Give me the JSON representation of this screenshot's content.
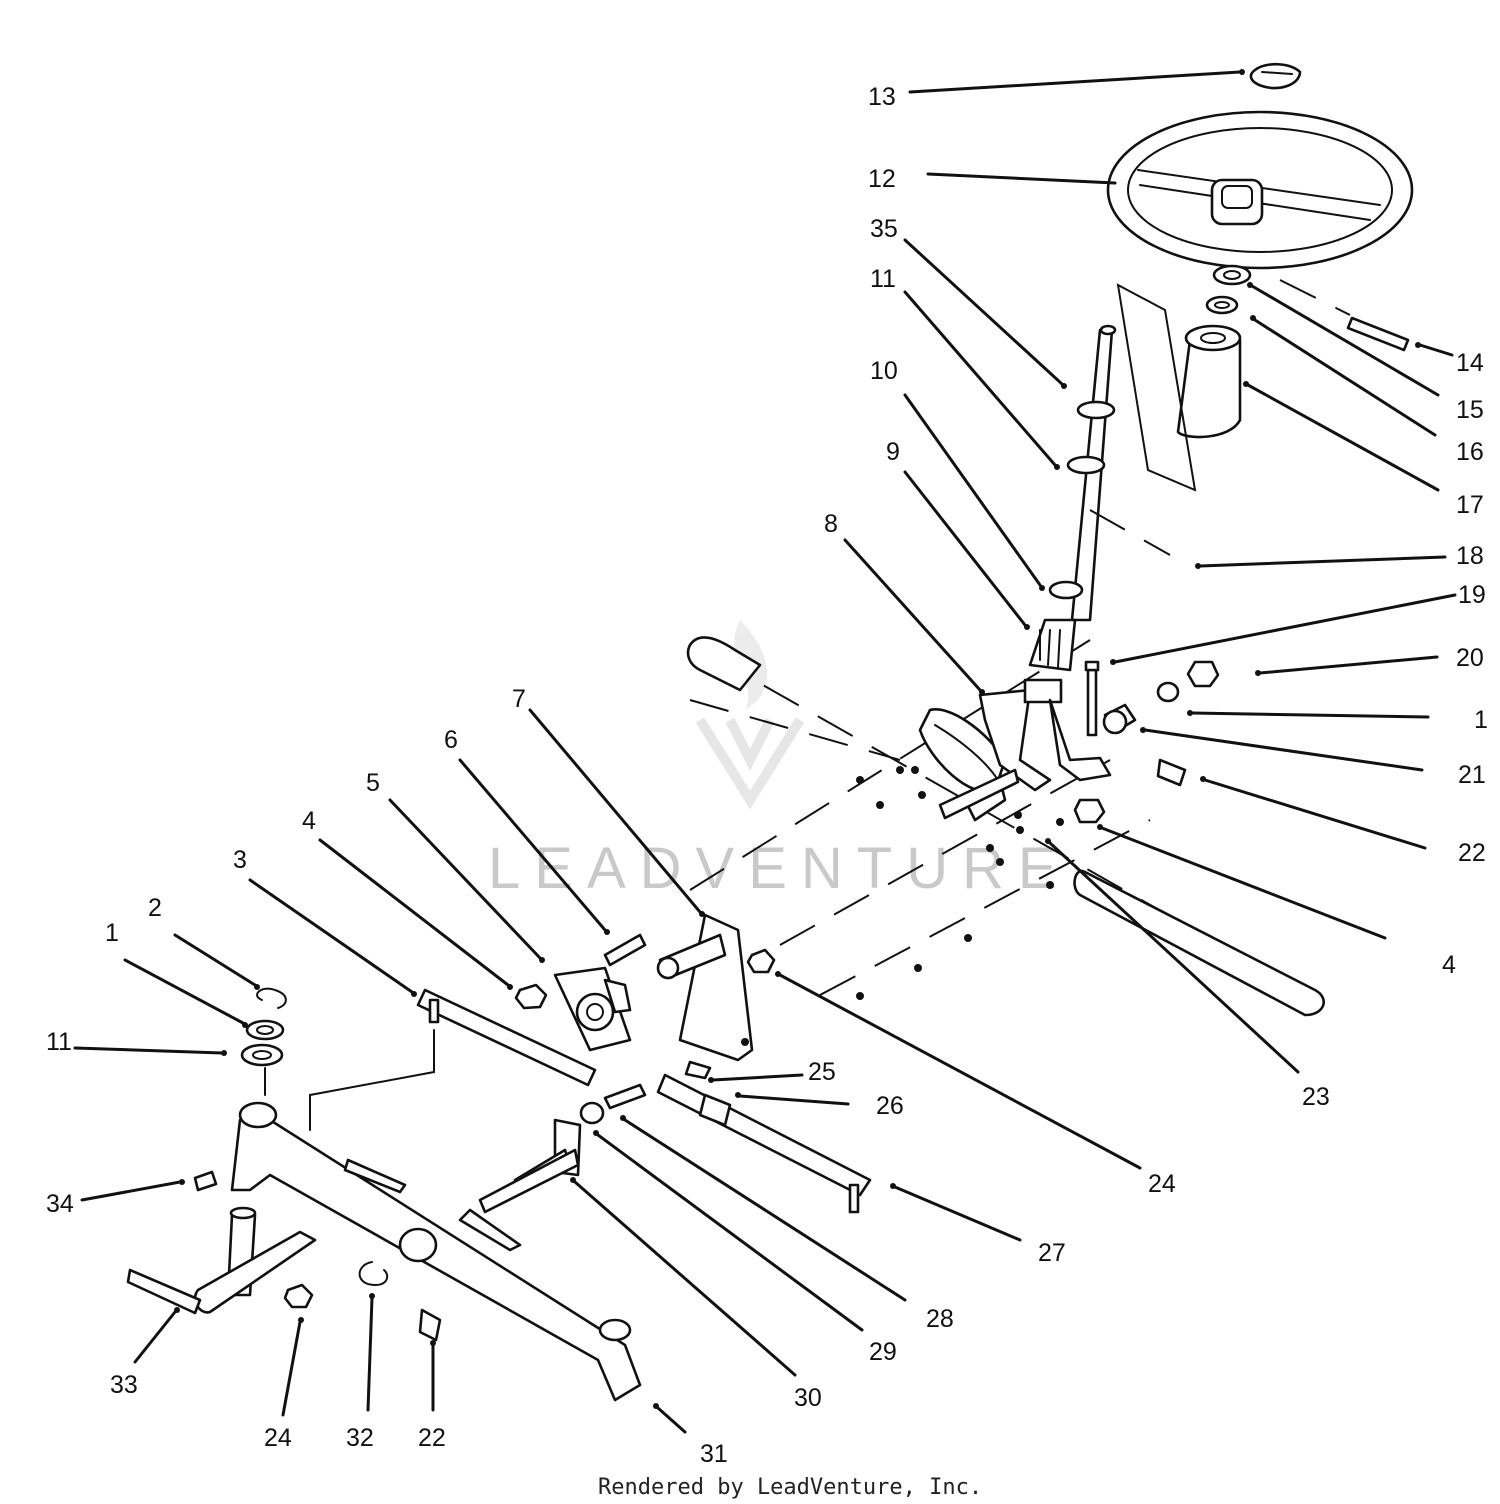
{
  "callouts": [
    {
      "id": "13",
      "text": "13"
    },
    {
      "id": "12",
      "text": "12"
    },
    {
      "id": "35",
      "text": "35"
    },
    {
      "id": "11-top",
      "text": "11"
    },
    {
      "id": "10",
      "text": "10"
    },
    {
      "id": "9",
      "text": "9"
    },
    {
      "id": "8",
      "text": "8"
    },
    {
      "id": "7",
      "text": "7"
    },
    {
      "id": "6",
      "text": "6"
    },
    {
      "id": "5",
      "text": "5"
    },
    {
      "id": "4-left",
      "text": "4"
    },
    {
      "id": "3",
      "text": "3"
    },
    {
      "id": "2",
      "text": "2"
    },
    {
      "id": "1-left",
      "text": "1"
    },
    {
      "id": "11-left",
      "text": "11"
    },
    {
      "id": "34",
      "text": "34"
    },
    {
      "id": "33",
      "text": "33"
    },
    {
      "id": "24-bottom",
      "text": "24"
    },
    {
      "id": "32",
      "text": "32"
    },
    {
      "id": "22-bottom",
      "text": "22"
    },
    {
      "id": "31",
      "text": "31"
    },
    {
      "id": "30",
      "text": "30"
    },
    {
      "id": "29",
      "text": "29"
    },
    {
      "id": "28",
      "text": "28"
    },
    {
      "id": "27",
      "text": "27"
    },
    {
      "id": "26",
      "text": "26"
    },
    {
      "id": "25",
      "text": "25"
    },
    {
      "id": "24-mid",
      "text": "24"
    },
    {
      "id": "23",
      "text": "23"
    },
    {
      "id": "4-right",
      "text": "4"
    },
    {
      "id": "22-right",
      "text": "22"
    },
    {
      "id": "21",
      "text": "21"
    },
    {
      "id": "1-right",
      "text": "1"
    },
    {
      "id": "20",
      "text": "20"
    },
    {
      "id": "19",
      "text": "19"
    },
    {
      "id": "18",
      "text": "18"
    },
    {
      "id": "17",
      "text": "17"
    },
    {
      "id": "16",
      "text": "16"
    },
    {
      "id": "15",
      "text": "15"
    },
    {
      "id": "14",
      "text": "14"
    }
  ],
  "watermark": "LEADVENTURE",
  "footer": "Rendered by LeadVenture, Inc.",
  "colors": {
    "ink": "#111111",
    "background": "#ffffff",
    "watermark": "#c9c9c9"
  }
}
